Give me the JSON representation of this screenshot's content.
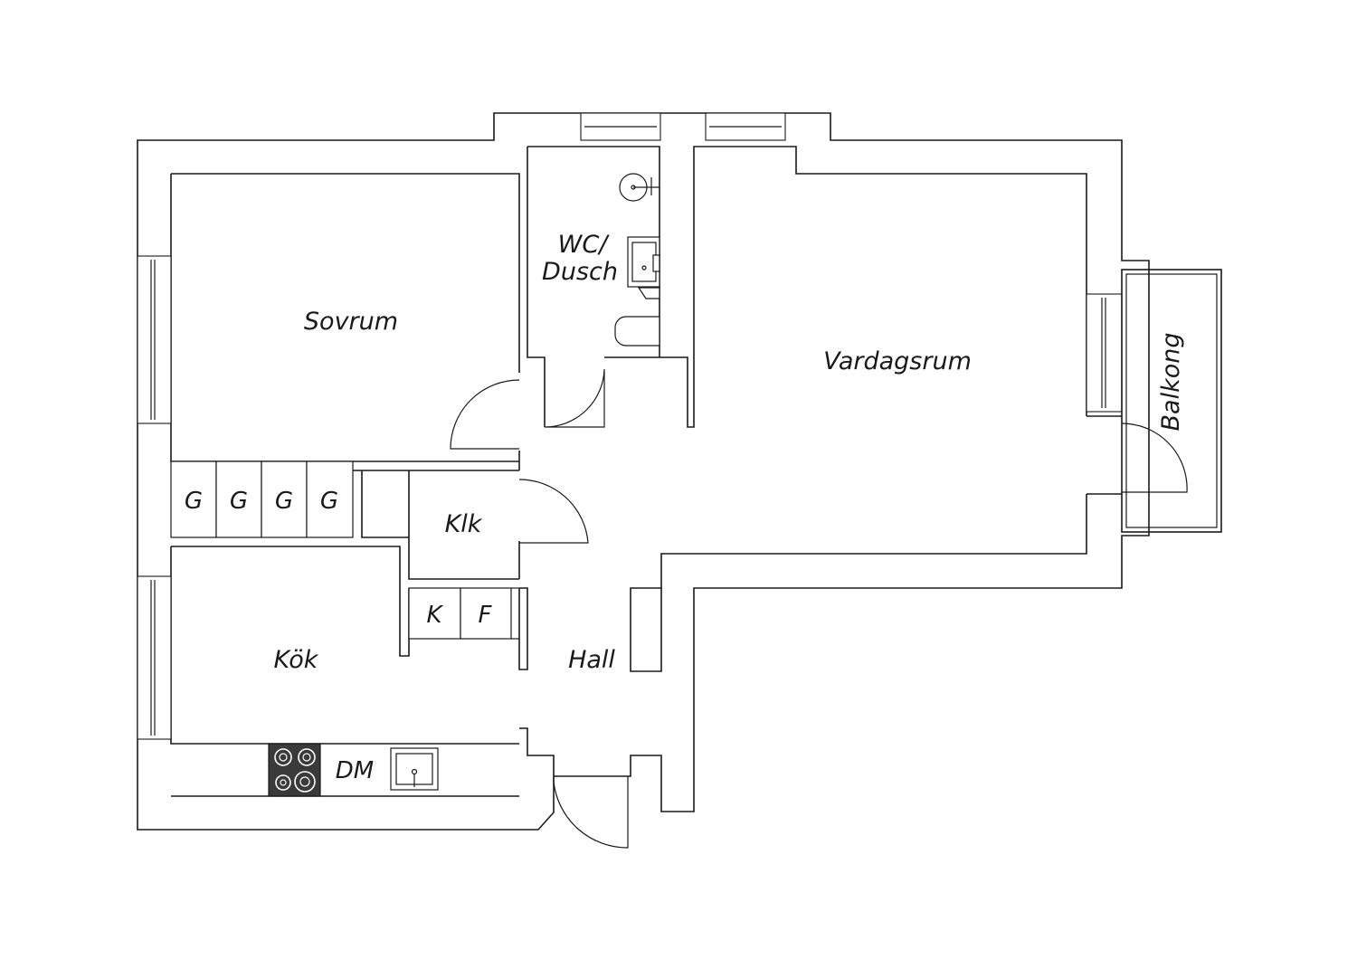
{
  "rooms": {
    "bedroom": "Sovrum",
    "bathroom_line1": "WC/",
    "bathroom_line2": "Dusch",
    "living_room": "Vardagsrum",
    "balcony": "Balkong",
    "closet": "Klk",
    "kitchen": "Kök",
    "hall": "Hall"
  },
  "fixtures": {
    "wardrobes": [
      "G",
      "G",
      "G",
      "G"
    ],
    "fridge": "K",
    "freezer": "F",
    "dishwasher": "DM"
  },
  "colors": {
    "line": "#1a1a1a",
    "stove": "#3a3a3a",
    "background": "#ffffff"
  }
}
